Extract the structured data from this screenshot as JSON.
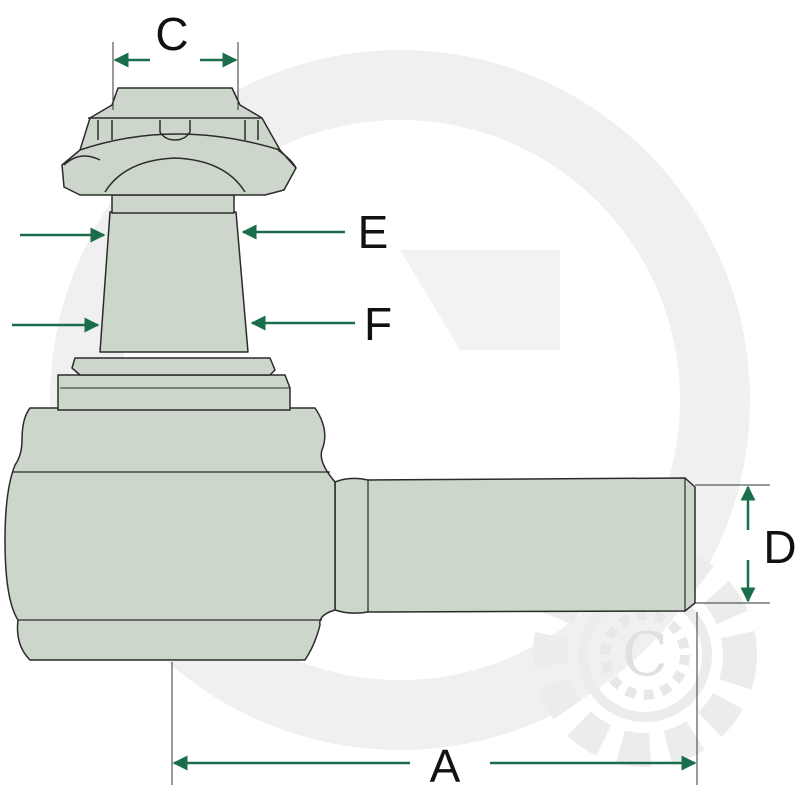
{
  "labels": {
    "c": "C",
    "e": "E",
    "f": "F",
    "d": "D",
    "a": "A"
  },
  "watermark": {
    "letter": "C"
  },
  "colors": {
    "part_fill": "#cdd6ca",
    "part_stroke": "#2b2b2b",
    "arrow": "#1b6e4c",
    "dim_line": "#333333",
    "watermark": "#efefef",
    "background": "#ffffff"
  }
}
